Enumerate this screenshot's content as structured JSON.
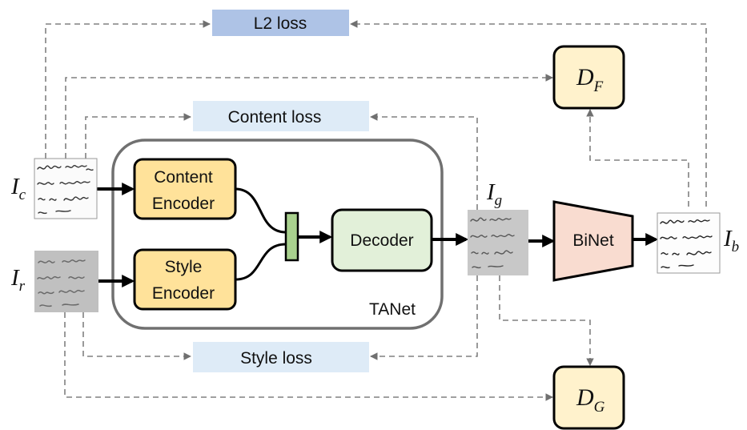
{
  "losses": {
    "l2": "L2 loss",
    "content": "Content loss",
    "style": "Style loss"
  },
  "modules": {
    "content_encoder": [
      "Content",
      "Encoder"
    ],
    "style_encoder": [
      "Style",
      "Encoder"
    ],
    "decoder": "Decoder",
    "binet": "BiNet",
    "tanet": "TANet"
  },
  "discriminators": {
    "df": {
      "main": "D",
      "sub": "F"
    },
    "dg": {
      "main": "D",
      "sub": "G"
    }
  },
  "images": {
    "ic": {
      "main": "I",
      "sub": "c"
    },
    "ir": {
      "main": "I",
      "sub": "r"
    },
    "ig": {
      "main": "I",
      "sub": "g"
    },
    "ib": {
      "main": "I",
      "sub": "b"
    }
  },
  "colors": {
    "l2_box": "#aec3e6",
    "loss_box": "#deebf7",
    "encoder": "#ffe29a",
    "decoder": "#e2f0d9",
    "binet": "#f9dcd0",
    "discriminator": "#fff2cc",
    "concat": "#a9d18e",
    "arrow": "#000000",
    "dashed": "#808080"
  }
}
